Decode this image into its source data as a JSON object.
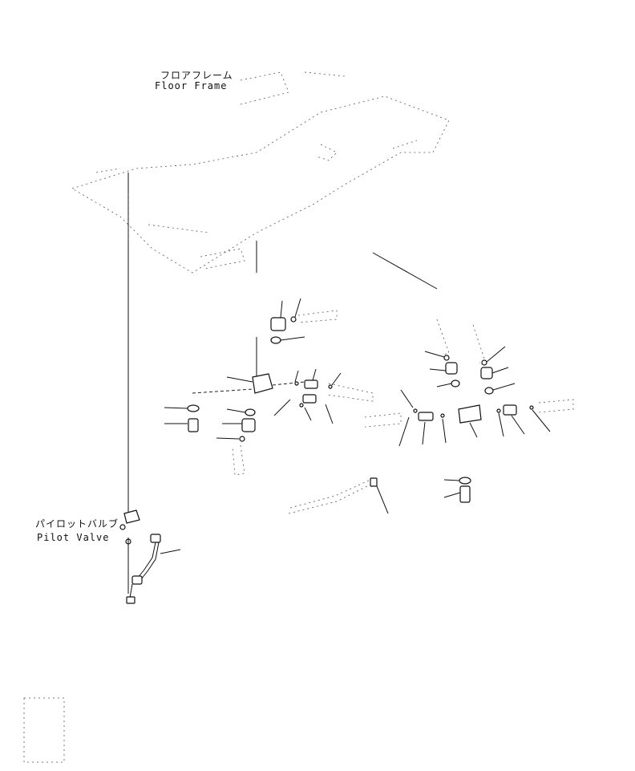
{
  "labels": {
    "floor_frame_jp": "フロアフレーム",
    "floor_frame_en": "Floor Frame",
    "pilot_valve_jp": "パイロットバルブ",
    "pilot_valve_en": "Pilot Valve"
  },
  "colors": {
    "ink": "#111111",
    "background": "#ffffff"
  }
}
